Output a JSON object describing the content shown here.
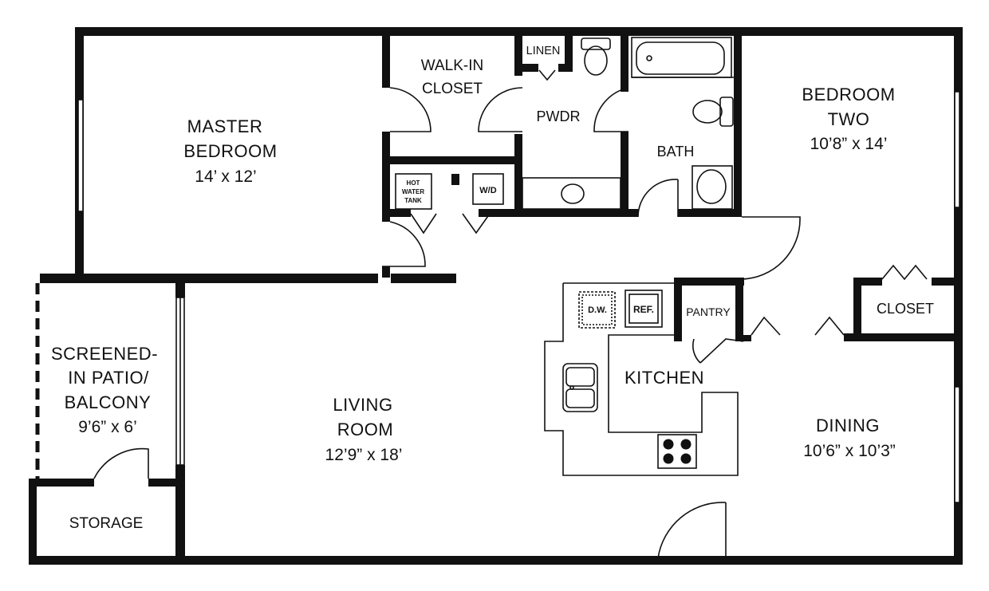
{
  "plan": {
    "rooms": {
      "master_bedroom": {
        "name_line1": "MASTER",
        "name_line2": "BEDROOM",
        "dims": "14’ x 12’"
      },
      "walk_in_closet": {
        "name_line1": "WALK-IN",
        "name_line2": "CLOSET"
      },
      "linen": {
        "name": "LINEN"
      },
      "powder": {
        "name": "PWDR"
      },
      "bath": {
        "name": "BATH"
      },
      "bedroom_two": {
        "name_line1": "BEDROOM",
        "name_line2": "TWO",
        "dims": "10’8” x 14’"
      },
      "hot_water_tank": {
        "line1": "HOT",
        "line2": "WATER",
        "line3": "TANK"
      },
      "washer_dryer": {
        "name": "W/D"
      },
      "patio": {
        "name_line1": "SCREENED-",
        "name_line2": "IN PATIO/",
        "name_line3": "BALCONY",
        "dims": "9’6” x 6’"
      },
      "storage": {
        "name": "STORAGE"
      },
      "living_room": {
        "name_line1": "LIVING",
        "name_line2": "ROOM",
        "dims": "12’9” x 18’"
      },
      "kitchen": {
        "name": "KITCHEN"
      },
      "dishwasher": {
        "name": "D.W."
      },
      "refrigerator": {
        "name": "REF."
      },
      "pantry": {
        "name": "PANTRY"
      },
      "closet": {
        "name": "CLOSET"
      },
      "dining": {
        "name_line1": "DINING",
        "dims": "10’6” x 10’3”"
      }
    },
    "colors": {
      "wall": "#111111",
      "background": "#ffffff"
    }
  }
}
